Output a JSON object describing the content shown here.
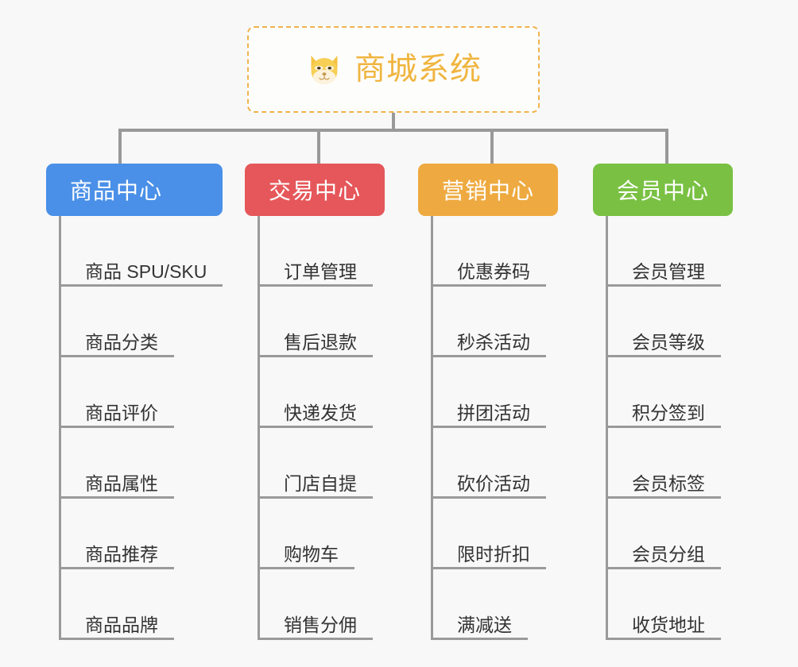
{
  "page": {
    "background_color": "#f8f8f8",
    "connector_color": "#999999",
    "leaf_text_color": "#333333"
  },
  "root": {
    "title": "商城系统",
    "icon": "dog-face-emoji",
    "text_color": "#f0b53f",
    "border_color": "#f0b24a",
    "background_color": "#fdfdfc"
  },
  "columns": [
    {
      "header": "商品中心",
      "color": "#4a90e8",
      "items": [
        "商品 SPU/SKU",
        "商品分类",
        "商品评价",
        "商品属性",
        "商品推荐",
        "商品品牌"
      ]
    },
    {
      "header": "交易中心",
      "color": "#e5575a",
      "items": [
        "订单管理",
        "售后退款",
        "快递发货",
        "门店自提",
        "购物车",
        "销售分佣"
      ]
    },
    {
      "header": "营销中心",
      "color": "#eeaa40",
      "items": [
        "优惠券码",
        "秒杀活动",
        "拼团活动",
        "砍价活动",
        "限时折扣",
        "满减送"
      ]
    },
    {
      "header": "会员中心",
      "color": "#7ac143",
      "items": [
        "会员管理",
        "会员等级",
        "积分签到",
        "会员标签",
        "会员分组",
        "收货地址"
      ]
    }
  ]
}
